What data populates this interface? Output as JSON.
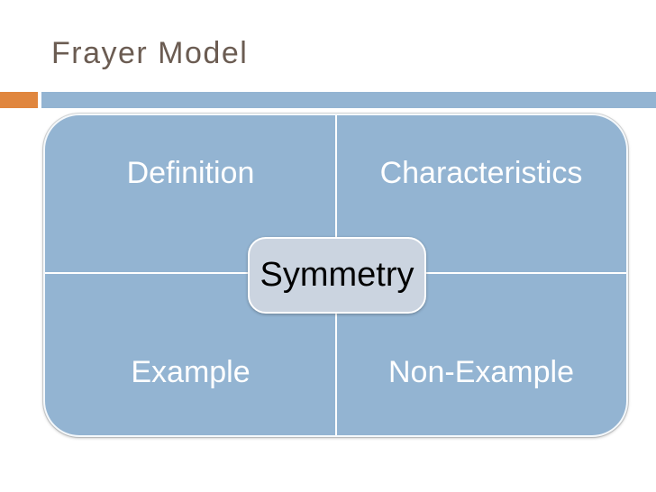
{
  "slide": {
    "title": "Frayer Model",
    "colors": {
      "accent_blue": "#93B4D2",
      "accent_orange": "#E0863E",
      "title_text": "#6B5C52",
      "center_fill": "#CBD4E0",
      "label_text": "#FFFFFF",
      "center_text": "#000000",
      "divider": "#FFFFFF",
      "slide_bg": "#FFFFFF"
    },
    "frayer": {
      "center_label": "Symmetry",
      "quadrants": [
        {
          "label": "Definition",
          "position": "top-left"
        },
        {
          "label": "Characteristics",
          "position": "top-right"
        },
        {
          "label": "Example",
          "position": "bottom-left"
        },
        {
          "label": "Non-Example",
          "position": "bottom-right"
        }
      ]
    }
  }
}
